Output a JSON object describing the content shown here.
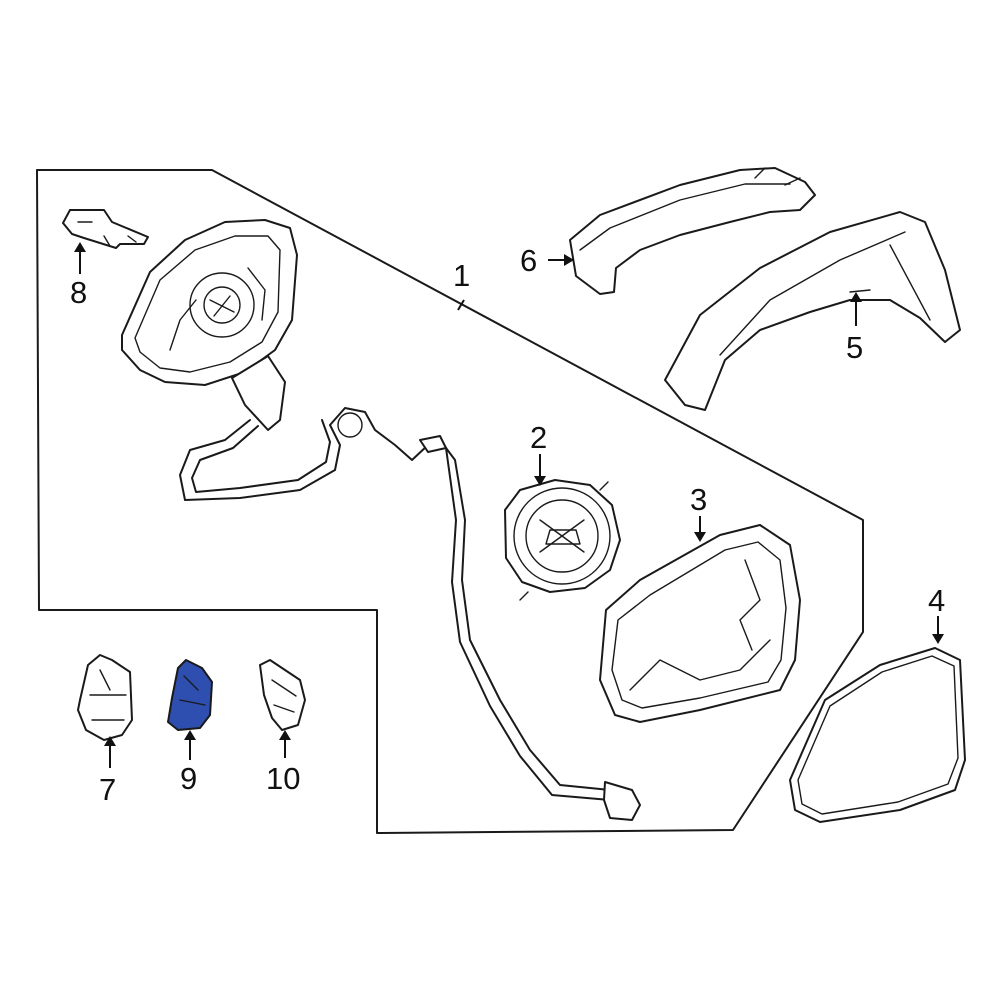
{
  "diagram": {
    "callouts": [
      "1",
      "2",
      "3",
      "4",
      "5",
      "6",
      "7",
      "8",
      "9",
      "10"
    ],
    "highlighted_part": "9",
    "colors": {
      "highlight_fill": "#2e4fb0",
      "line": "#1a1a1a",
      "background": "#ffffff"
    }
  }
}
